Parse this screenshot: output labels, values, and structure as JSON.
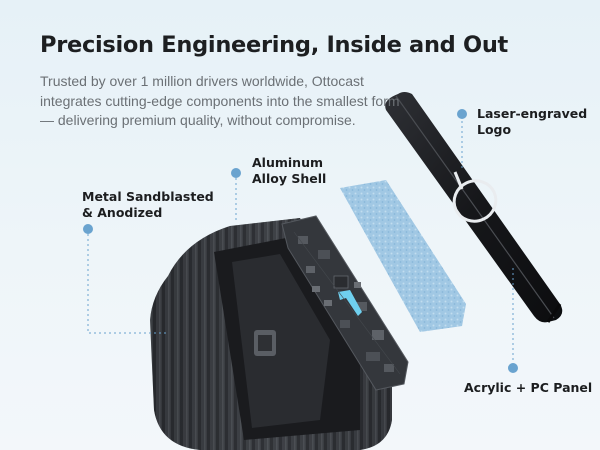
{
  "headline": "Precision Engineering, Inside and Out",
  "description": "Trusted by over 1 million drivers worldwide, Ottocast integrates cutting-edge components into the smallest form — delivering premium quality, without compromise.",
  "callouts": {
    "laser": "Laser-engraved Logo",
    "aluminum": "Aluminum Alloy Shell",
    "metal": "Metal Sandblasted & Anodized",
    "acrylic": "Acrylic + PC Panel"
  },
  "colors": {
    "callout_dot": "#6aa3cf",
    "headline": "#1d1f21",
    "body_text": "#6b7075",
    "shell": "#3a3d42",
    "pad": "#9ec5e3"
  },
  "icons": [
    "logo-circle-mark"
  ]
}
